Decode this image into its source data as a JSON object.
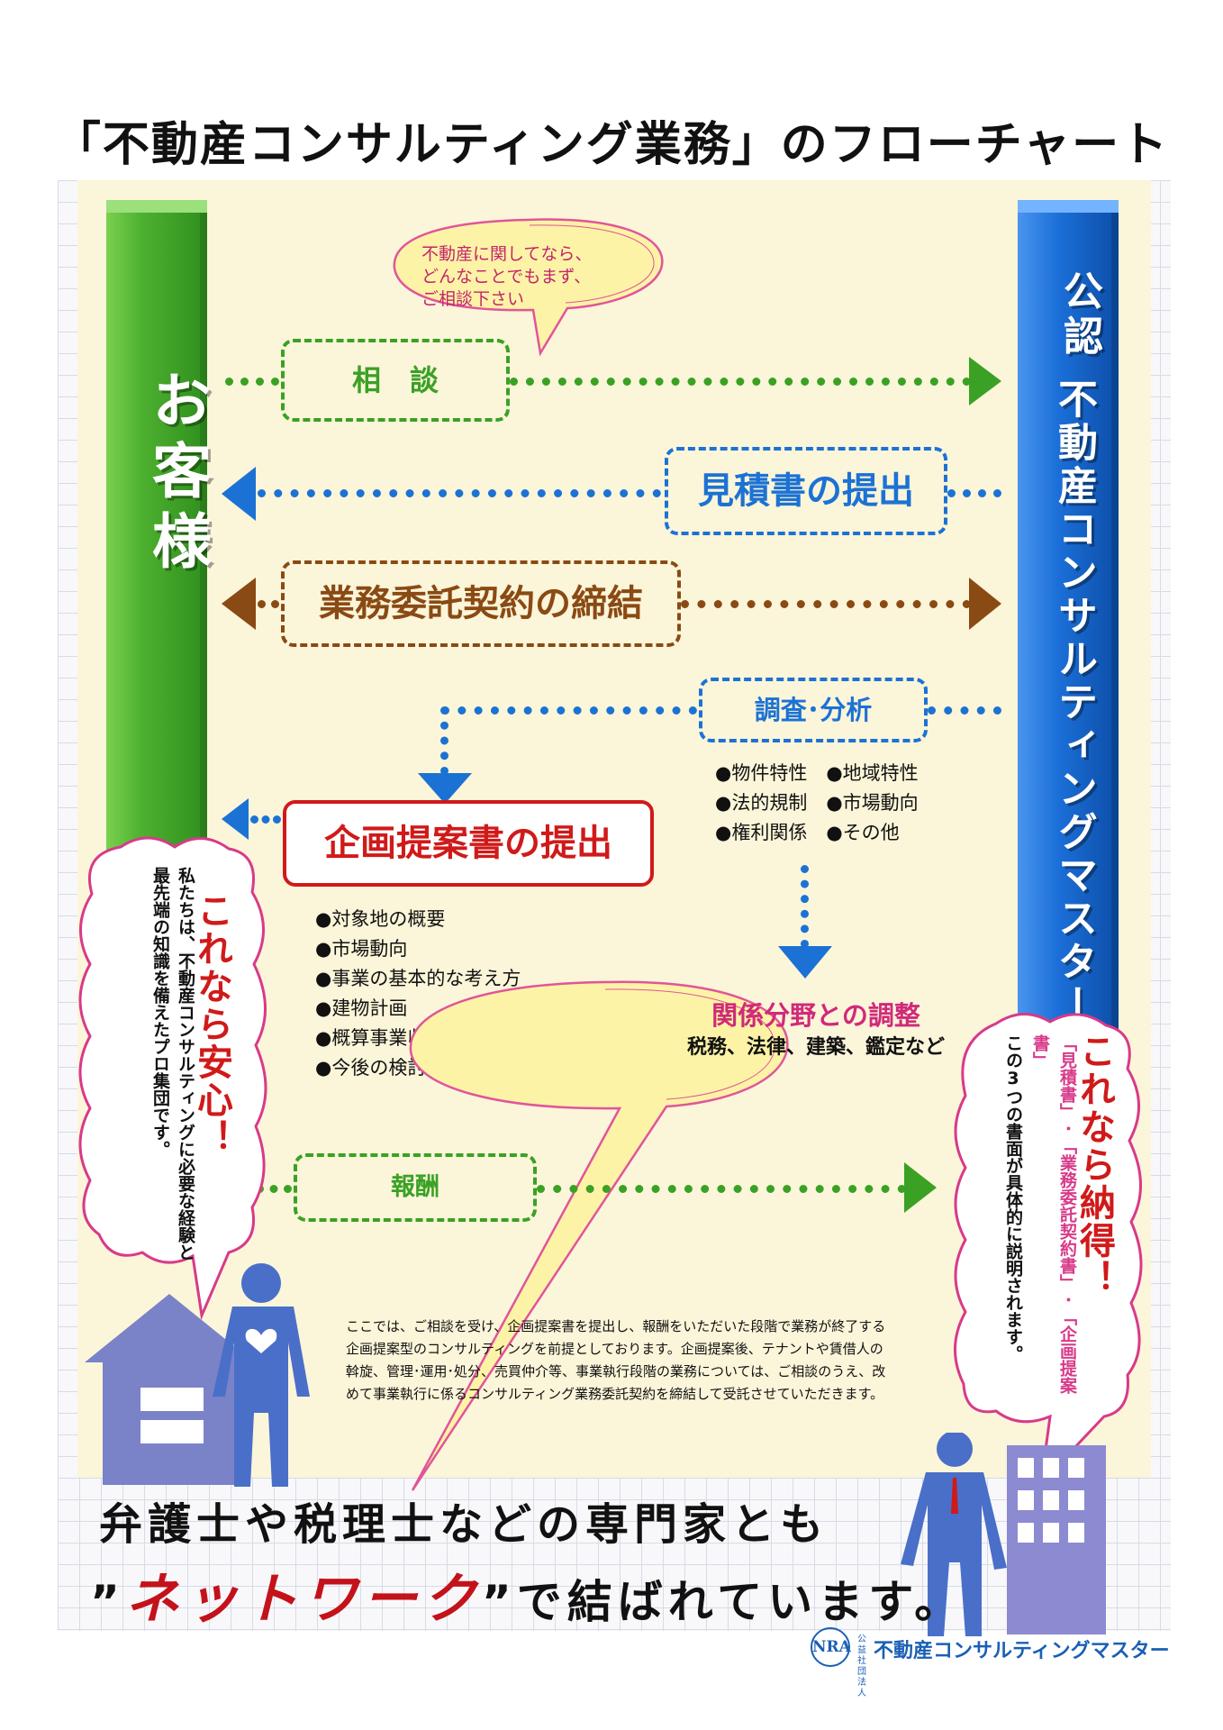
{
  "title": "「不動産コンサルティング業務」のフローチャート",
  "pillars": {
    "left": "お客様",
    "right_top": "公認",
    "right_main": "不動産コンサルティングマスター"
  },
  "speech_consult": [
    "不動産に関してなら、",
    "どんなことでもまず、",
    "ご相談下さい"
  ],
  "steps": {
    "consult": "相　談",
    "estimate": "見積書の提出",
    "contract": "業務委託契約の締結",
    "research": "調査･分析",
    "proposal": "企画提案書の提出",
    "coordination": "関係分野との調整",
    "fee": "報酬"
  },
  "research_items": [
    [
      "●物件特性",
      "●地域特性"
    ],
    [
      "●法的規制",
      "●市場動向"
    ],
    [
      "●権利関係",
      "●その他"
    ]
  ],
  "proposal_items": [
    "●対象地の概要",
    "●市場動向",
    "●事業の基本的な考え方",
    "●建物計画",
    "●概算事業収支計画",
    "●今後の検討課題"
  ],
  "coordination_sub": "税務、法律、建築、鑑定など",
  "left_bubble": {
    "headline": "これなら安心！",
    "body_col1": "私たちは、不動産コンサルティングに必要な経験と",
    "body_col2": "最先端の知識を備えたプロ集団です。"
  },
  "right_bubble": {
    "headline": "これなら納得！",
    "body_col1": "「見積書」･「業務委託契約書」･「企画提案書」",
    "body_col2": "この3つの書面が具体的に説明されます。"
  },
  "note": "ここでは、ご相談を受け、企画提案書を提出し、報酬をいただいた段階で業務が終了する企画提案型のコンサルティングを前提としております。企画提案後、テナントや賃借人の斡旋、管理･運用･処分、売買仲介等、事業執行段階の業務については、ご相談のうえ、改めて事業執行に係るコンサルティング業務委託契約を締結して受託させていただきます。",
  "network": {
    "line1": "弁護士や税理士などの専門家とも",
    "open_quote": "”",
    "word": "ネットワーク",
    "close_quote": "”",
    "line2_rest": "で結ばれています。"
  },
  "footer": {
    "mark": "NRA",
    "small": "公益社団法人",
    "name": "不動産コンサルティングマスター"
  },
  "colors": {
    "green": "#3aa124",
    "blue": "#1c72d4",
    "brown": "#8a4a14",
    "red": "#d01a1a",
    "pink": "#d83a8a",
    "figure": "#4a6fc8"
  }
}
